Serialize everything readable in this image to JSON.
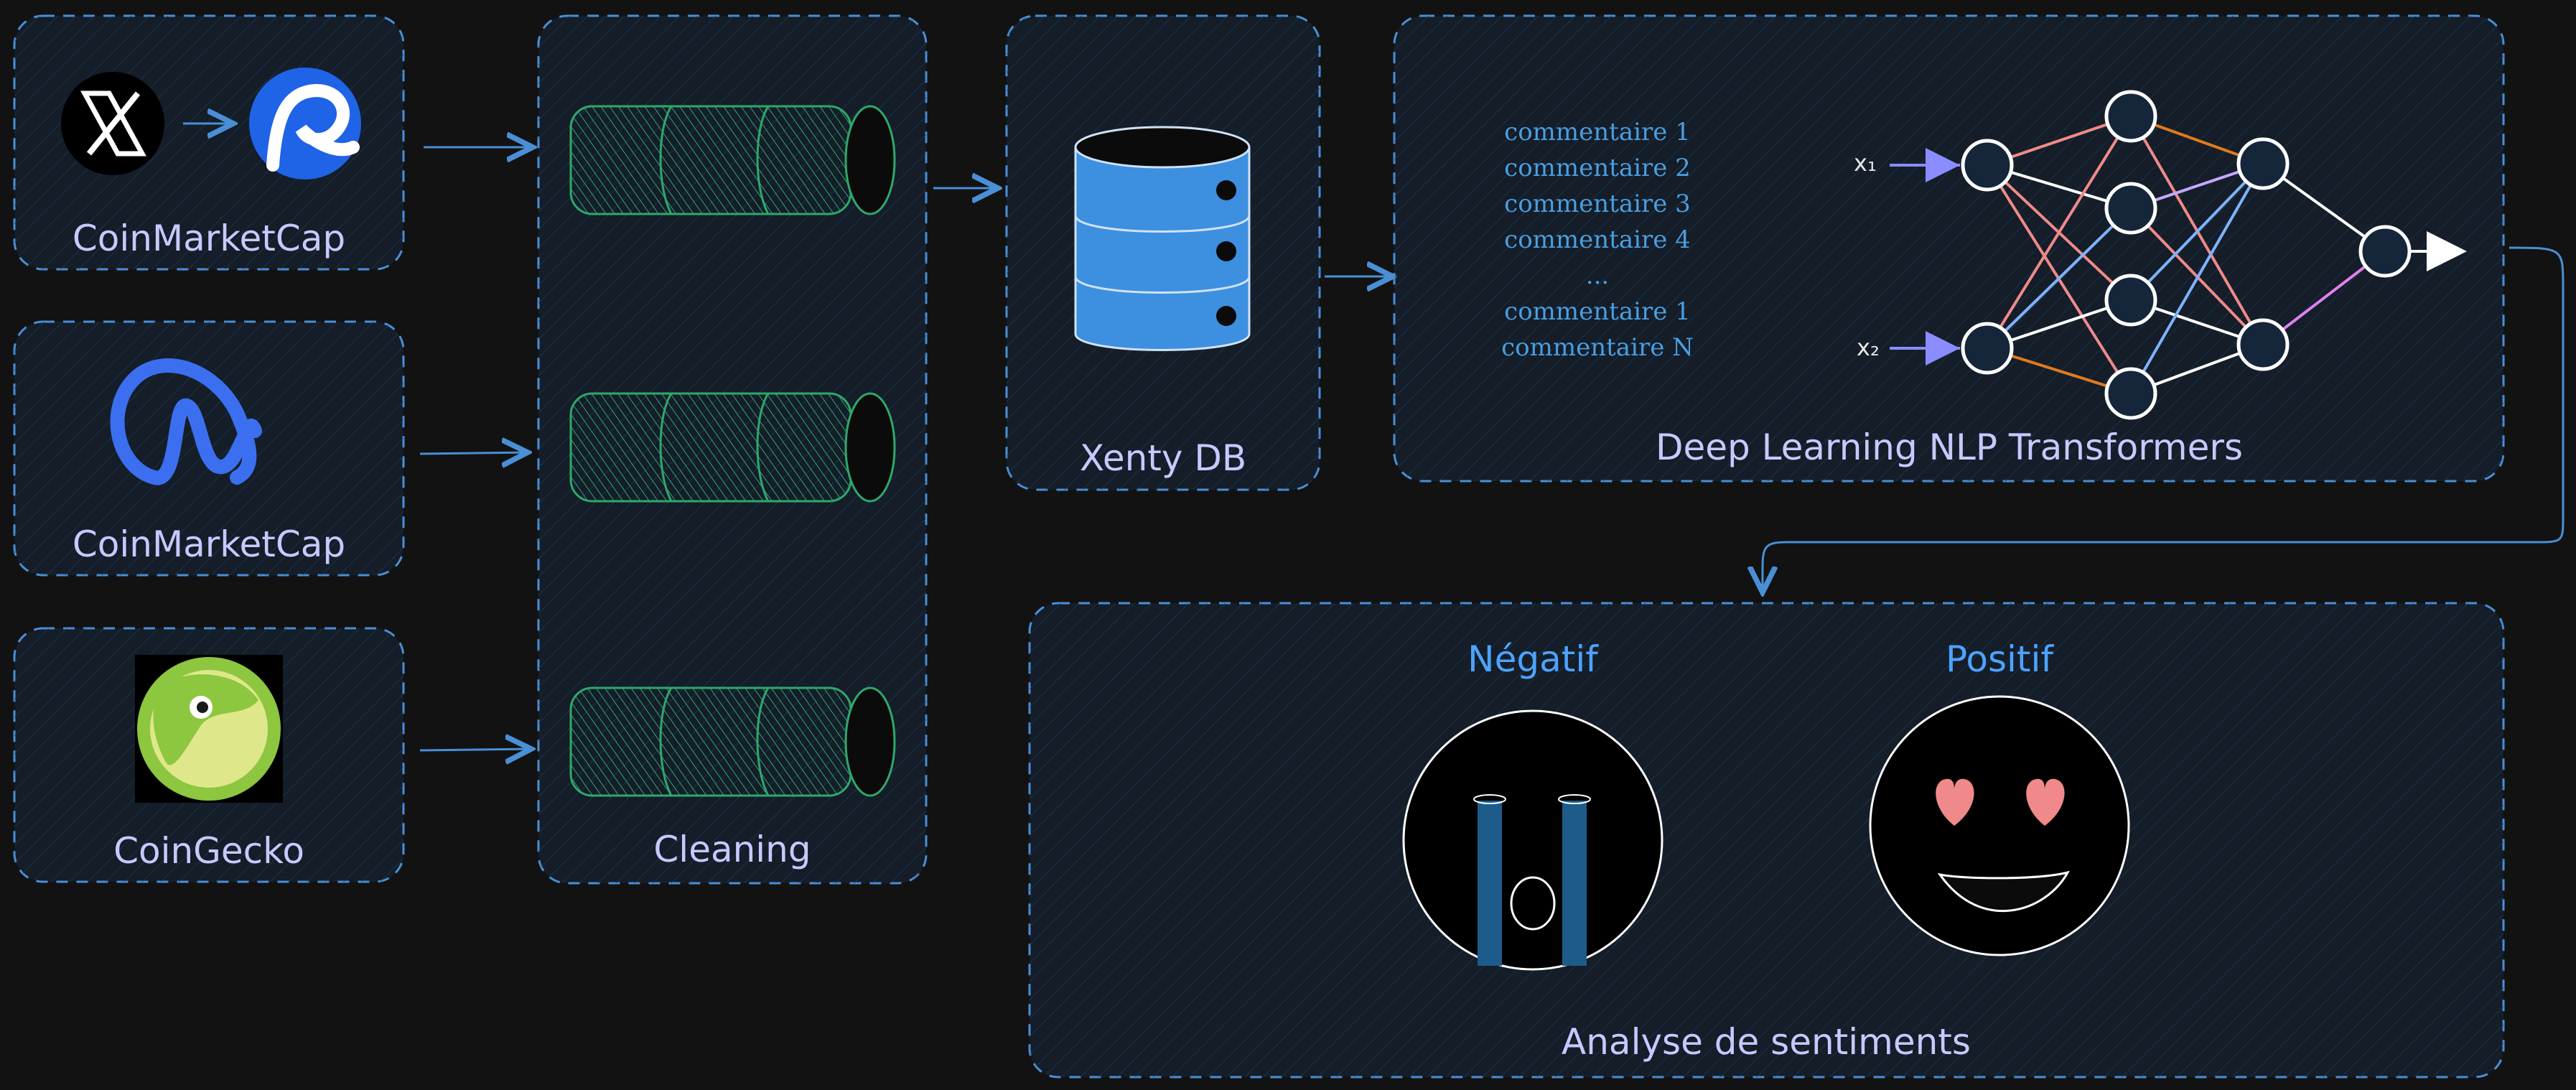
{
  "sources": [
    {
      "label": "CoinMarketCap",
      "icons": [
        "x-logo-icon",
        "coinmarketcap-r-icon"
      ]
    },
    {
      "label": "CoinMarketCap",
      "icons": [
        "coinmarketcap-m-icon"
      ]
    },
    {
      "label": "CoinGecko",
      "icons": [
        "coingecko-icon"
      ]
    }
  ],
  "cleaning": {
    "label": "Cleaning"
  },
  "database": {
    "label": "Xenty DB"
  },
  "nlp": {
    "label": "Deep Learning NLP Transformers",
    "comments": [
      "commentaire 1",
      "commentaire 2",
      "commentaire 3",
      "commentaire 4",
      "...",
      "commentaire 1",
      "commentaire N"
    ],
    "inputs": [
      "x₁",
      "x₂"
    ]
  },
  "sentiment": {
    "label": "Analyse de sentiments",
    "negative": "Négatif",
    "positive": "Positif"
  },
  "colors": {
    "panel_border": "#4a8fd6",
    "label_text": "#c7c9ff",
    "accent_blue": "#4da3ff",
    "pipe_green": "#2ea86b",
    "db_blue": "#3d8fe0",
    "heart_pink": "#f08a8a"
  }
}
